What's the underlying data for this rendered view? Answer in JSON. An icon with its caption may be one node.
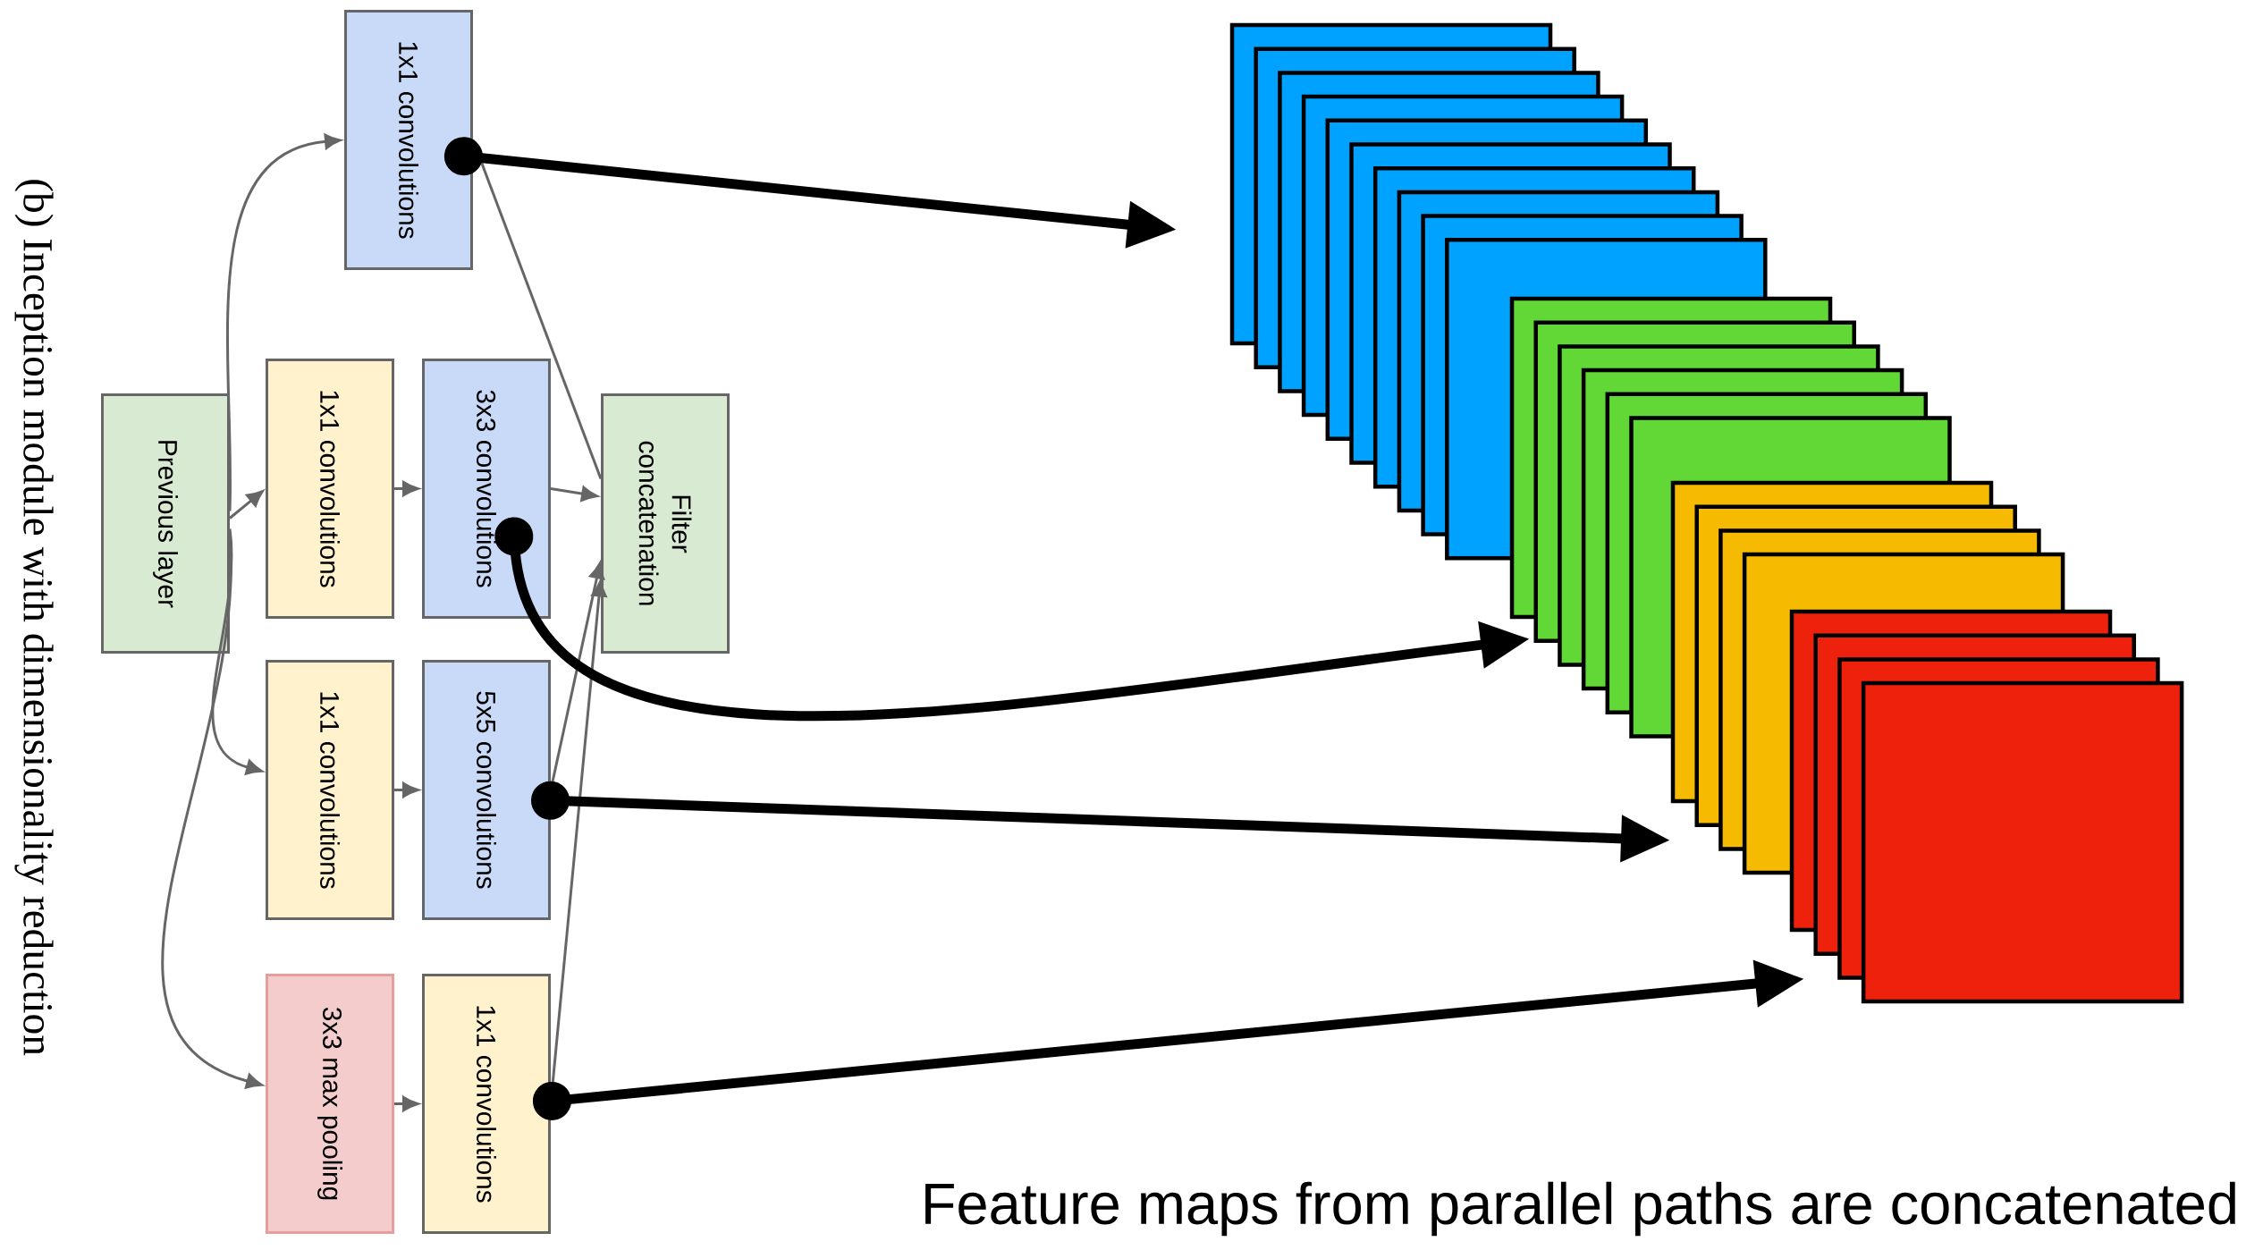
{
  "diagram": {
    "caption": "(b) Inception module with dimensionality reduction",
    "nodes": [
      {
        "text": [
          "Previous layer"
        ]
      },
      {
        "text": [
          "1x1 convolutions"
        ]
      },
      {
        "text": [
          "1x1 convolutions"
        ]
      },
      {
        "text": [
          "3x3 convolutions"
        ]
      },
      {
        "text": [
          "1x1 convolutions"
        ]
      },
      {
        "text": [
          "5x5 convolutions"
        ]
      },
      {
        "text": [
          "3x3 max pooling"
        ]
      },
      {
        "text": [
          "1x1 convolutions"
        ]
      },
      {
        "text": [
          "Filter concatenation"
        ]
      },
      {
        "text": [],
        "shape": "box"
      },
      {
        "text": [],
        "shape": "box"
      },
      {
        "text": [],
        "shape": "box"
      },
      {
        "text": [],
        "shape": "box"
      }
    ],
    "edges": [
      {
        "from": 0,
        "to": 1,
        "arrow": "to"
      },
      {
        "from": 0,
        "to": 2,
        "arrow": "to"
      },
      {
        "from": 0,
        "to": 4,
        "arrow": "to"
      },
      {
        "from": 0,
        "to": 6,
        "arrow": "to"
      },
      {
        "from": 2,
        "to": 3,
        "arrow": "to"
      },
      {
        "from": 4,
        "to": 5,
        "arrow": "to"
      },
      {
        "from": 6,
        "to": 7,
        "arrow": "to"
      },
      {
        "from": 1,
        "to": 8,
        "arrow": "none"
      },
      {
        "from": 3,
        "to": 8,
        "arrow": "to"
      },
      {
        "from": 5,
        "to": 8,
        "arrow": "to"
      },
      {
        "from": 7,
        "to": 8,
        "arrow": "to"
      },
      {
        "from": 1,
        "to": 9,
        "arrow": "to",
        "style": "thick",
        "color": "#000000"
      },
      {
        "from": 3,
        "to": 10,
        "arrow": "to",
        "style": "thick",
        "color": "#000000"
      },
      {
        "from": 5,
        "to": 11,
        "arrow": "to",
        "style": "thick",
        "color": "#000000"
      },
      {
        "from": 7,
        "to": 12,
        "arrow": "to",
        "style": "thick",
        "color": "#000000"
      }
    ],
    "labels": [
      "Feature maps from parallel paths are concatenated"
    ]
  }
}
